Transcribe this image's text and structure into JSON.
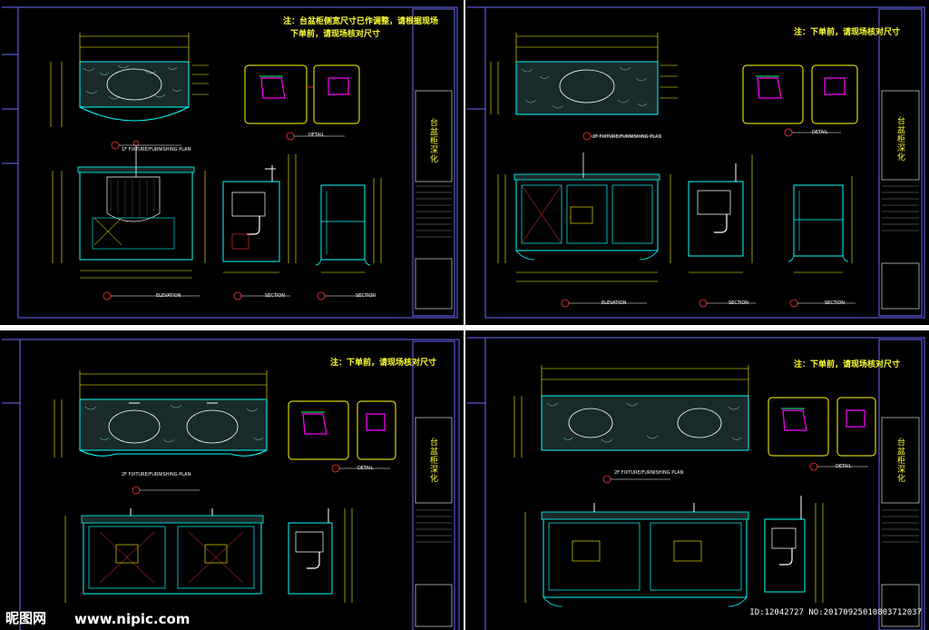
{
  "notes": {
    "sheet1": "注：台盆柜侧宽尺寸已作调整，请根据现场",
    "sheet1_line2": "下单前，请现场核对尺寸",
    "sheet_other": "注：下单前，请现场核对尺寸"
  },
  "title_block": {
    "vertical_title": "台盆柜深化"
  },
  "labels": {
    "plan_1f": "1F FIXTURE/FURNISHING PLAN",
    "plan_2f": "2F FIXTURE/FURNISHING PLAN",
    "elevation": "ELEVATION",
    "section": "SECTION",
    "detail": "DETAIL"
  },
  "watermark": {
    "logo": "昵图网",
    "url": "www.nipic.com",
    "id": "ID:12042727 NO:20170925010803712037"
  },
  "colors": {
    "background": "#000000",
    "frame": "#6a6aff",
    "note": "#ffff33",
    "dimension": "#ffff00",
    "cabinet": "#00ffff",
    "magenta": "#ff00ff",
    "red": "#ff3333"
  }
}
